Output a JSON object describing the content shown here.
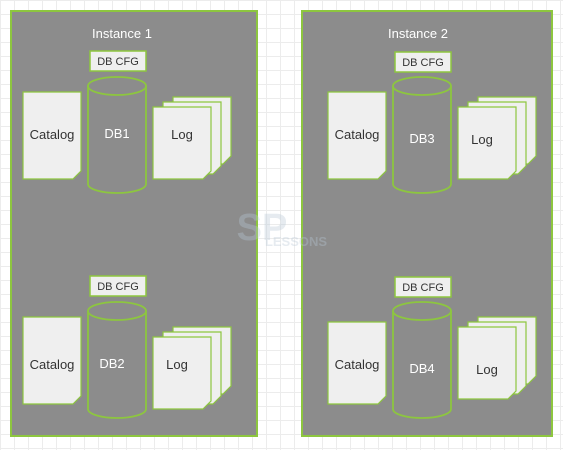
{
  "instances": [
    {
      "title": "Instance 1",
      "databases": [
        {
          "name": "DB1",
          "cfg": "DB CFG",
          "catalog": "Catalog",
          "log": "Log"
        },
        {
          "name": "DB2",
          "cfg": "DB CFG",
          "catalog": "Catalog",
          "log": "Log"
        }
      ]
    },
    {
      "title": "Instance 2",
      "databases": [
        {
          "name": "DB3",
          "cfg": "DB CFG",
          "catalog": "Catalog",
          "log": "Log"
        },
        {
          "name": "DB4",
          "cfg": "DB CFG",
          "catalog": "Catalog",
          "log": "Log"
        }
      ]
    }
  ],
  "watermark": {
    "logo": "SP",
    "text": "LESSONS"
  },
  "colors": {
    "container_fill": "#8c8c8c",
    "border": "#8dc63f",
    "box_fill": "#efefef",
    "cylinder_fill": "#8c8c8c"
  }
}
